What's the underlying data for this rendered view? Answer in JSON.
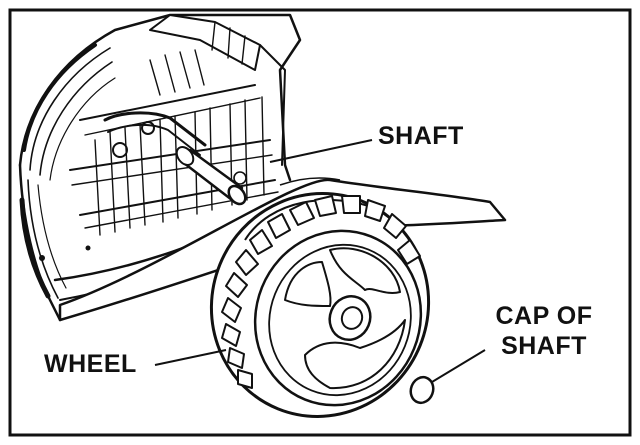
{
  "labels": {
    "shaft": "SHAFT",
    "wheel": "WHEEL",
    "cap_line1": "CAP OF",
    "cap_line2": "SHAFT"
  },
  "colors": {
    "ink": "#111111",
    "paper": "#ffffff"
  }
}
